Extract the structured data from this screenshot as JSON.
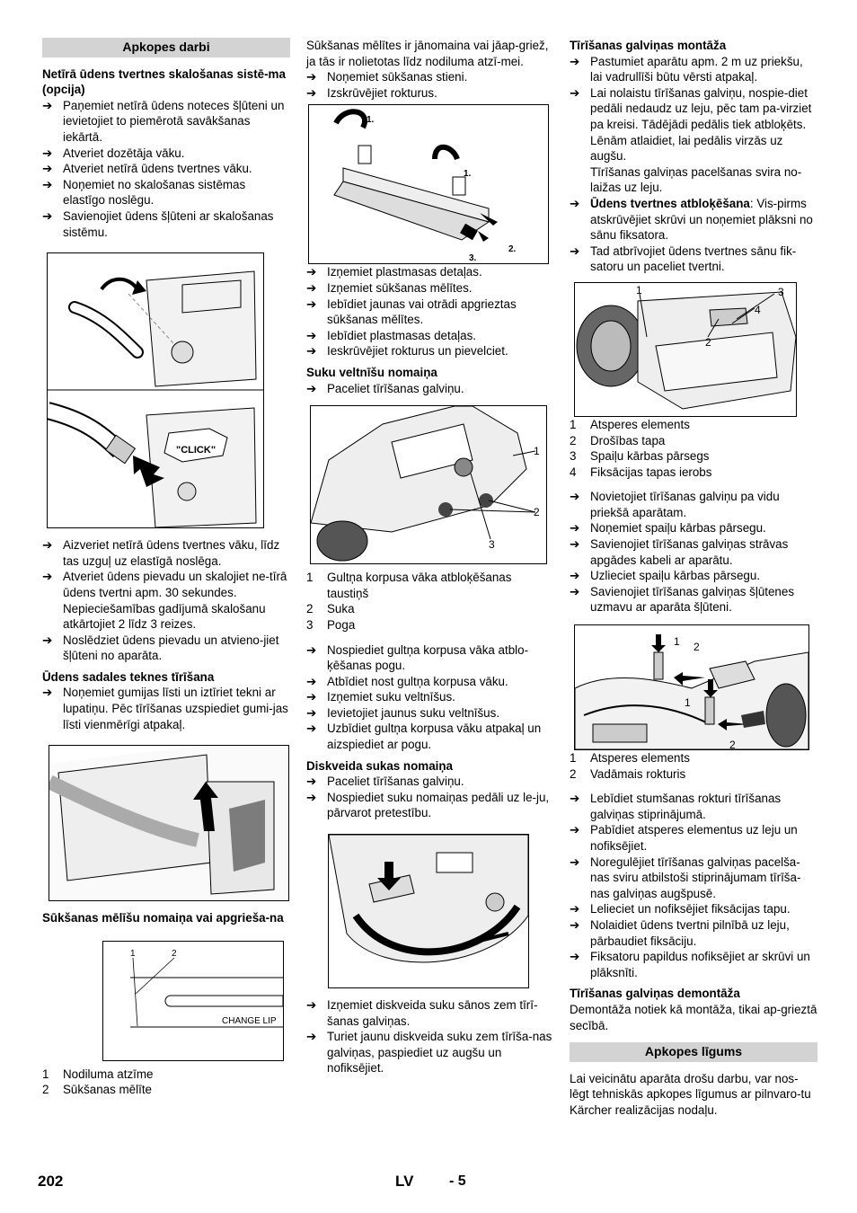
{
  "col1": {
    "section_title": "Apkopes darbi",
    "rinse_title": "Netīrā ūdens tvertnes skalošanas sistē-ma (opcija)",
    "rinse_steps": [
      "Paņemiet netīrā ūdens noteces šļūteni un ievietojiet to piemērotā savākšanas iekārtā.",
      "Atveriet dozētāja vāku.",
      "Atveriet netīrā ūdens tvertnes vāku.",
      "Noņemiet no skalošanas sistēmas elastīgo noslēgu.",
      "Savienojiet ūdens šļūteni ar skalošanas sistēmu."
    ],
    "click_label": "\"CLICK\"",
    "after_steps": [
      "Aizveriet netīrā ūdens tvertnes vāku, līdz tas uzguļ uz elastīgā noslēga.",
      "Atveriet ūdens pievadu un skalojiet ne-tīrā ūdens tvertni apm. 30 sekundes."
    ],
    "after_note": "Nepieciešamības gadījumā skalošanu atkārtojiet 2 līdz 3 reizes.",
    "after_step_last": "Noslēdziet ūdens pievadu un atvieno-jiet šļūteni no aparāta.",
    "clean_title": "Ūdens sadales teknes tīrīšana",
    "clean_step": "Noņemiet gumijas līsti un iztīriet tekni ar lupatiņu. Pēc tīrīšanas uzspiediet gumi-jas līsti vienmērīgi atpakaļ.",
    "lip_title": "Sūkšanas mēlīšu nomaiņa vai apgrieša-na",
    "lip_fig": {
      "n1": "1",
      "n2": "2",
      "change_lip": "CHANGE LIP"
    },
    "lip_legend": [
      {
        "n": "1",
        "t": "Nodiluma atzīme"
      },
      {
        "n": "2",
        "t": "Sūkšanas mēlīte"
      }
    ]
  },
  "col2": {
    "intro": "Sūkšanas mēlītes ir jānomaina vai jāap-griež, ja tās ir nolietotas līdz nodiluma atzī-mei.",
    "steps1": [
      "Noņemiet sūkšanas stieni.",
      "Izskrūvējiet rokturus."
    ],
    "fig1_labels": [
      "1.",
      "1.",
      "2.",
      "3."
    ],
    "steps2": [
      "Izņemiet plastmasas detaļas.",
      "Izņemiet sūkšanas mēlītes.",
      "Iebīdiet jaunas vai otrādi apgrieztas sūkšanas mēlītes.",
      "Iebīdiet plastmasas detaļas.",
      "Ieskrūvējiet rokturus un pievelciet."
    ],
    "roller_title": "Suku veltnīšu nomaiņa",
    "roller_step1": "Paceliet tīrīšanas galviņu.",
    "fig2_labels": [
      "1",
      "2",
      "3"
    ],
    "roller_legend": [
      {
        "n": "1",
        "t": "Gultņa korpusa vāka atbloķēšanas taustiņš"
      },
      {
        "n": "2",
        "t": "Suka"
      },
      {
        "n": "3",
        "t": "Poga"
      }
    ],
    "roller_steps": [
      "Nospiediet gultņa korpusa vāka atblo-ķēšanas pogu.",
      "Atbīdiet nost gultņa korpusa vāku.",
      "Izņemiet suku veltnīšus.",
      "Ievietojiet jaunus suku veltnīšus.",
      "Uzbīdiet gultņa korpusa vāku atpakaļ un aizspiediet ar pogu."
    ],
    "disc_title": "Diskveida sukas nomaiņa",
    "disc_steps1": [
      "Paceliet tīrīšanas galviņu.",
      "Nospiediet suku nomaiņas pedāli uz le-ju, pārvarot pretestību."
    ],
    "disc_steps2": [
      "Izņemiet diskveida suku sānos zem tīrī-šanas galviņas.",
      "Turiet jaunu diskveida suku zem tīrīša-nas galviņas, paspiediet uz augšu un nofiksējiet."
    ]
  },
  "col3": {
    "mount_title": "Tīrīšanas galviņas montāža",
    "mount_steps1": [
      "Pastumiet aparātu apm. 2 m uz priekšu, lai vadrullīši būtu vērsti atpakaļ.",
      "Lai nolaistu tīrīšanas galviņu, nospie-diet pedāli nedaudz uz leju, pēc tam pa-virziet pa kreisi. Tādējādi pedālis tiek atbloķēts. Lēnām atlaidiet, lai pedālis virzās uz augšu."
    ],
    "mount_note": "Tīrīšanas galviņas pacelšanas svira no-laižas uz leju.",
    "lock_bold": "Ūdens tvertnes atbloķēšana",
    "lock_rest": ": Vis-pirms atskrūvējiet skrūvi un noņemiet plāksni no sānu fiksatora.",
    "lift_step": "Tad atbrīvojiet ūdens tvertnes sānu fik-satoru un paceliet tvertni.",
    "fig1_labels": [
      "1",
      "2",
      "3",
      "4"
    ],
    "legend1": [
      {
        "n": "1",
        "t": "Atsperes elements"
      },
      {
        "n": "2",
        "t": "Drošības tapa"
      },
      {
        "n": "3",
        "t": "Spaiļu kārbas pārsegs"
      },
      {
        "n": "4",
        "t": "Fiksācijas tapas ierobs"
      }
    ],
    "steps2": [
      "Novietojiet tīrīšanas galviņu pa vidu priekšā aparātam.",
      "Noņemiet spaiļu kārbas pārsegu.",
      "Savienojiet tīrīšanas galviņas strāvas apgādes kabeli ar aparātu.",
      "Uzlieciet spaiļu kārbas pārsegu.",
      "Savienojiet tīrīšanas galviņas šļūtenes uzmavu ar aparāta šļūteni."
    ],
    "fig2_labels": [
      "1",
      "2",
      "1",
      "2"
    ],
    "legend2": [
      {
        "n": "1",
        "t": "Atsperes elements"
      },
      {
        "n": "2",
        "t": "Vadāmais rokturis"
      }
    ],
    "steps3": [
      "Lebīdiet stumšanas rokturi tīrīšanas galviņas stiprinājumā.",
      "Pabīdiet atsperes elementus uz leju un nofiksējiet.",
      "Noregulējiet tīrīšanas galviņas pacelša-nas sviru atbilstoši stiprinājumam tīrīša-nas galviņas augšpusē.",
      "Lelieciet un nofiksējiet fiksācijas tapu.",
      "Nolaidiet ūdens tvertni pilnībā uz leju, pārbaudiet fiksāciju.",
      "Fiksatoru papildus nofiksējiet ar skrūvi un plāksnīti."
    ],
    "dismount_title": "Tīrīšanas galviņas demontāža",
    "dismount_text": "Demontāža notiek kā montāža, tikai ap-grieztā secībā.",
    "contract_title": "Apkopes līgums",
    "contract_text": "Lai veicinātu aparāta drošu darbu, var nos-lēgt tehniskās apkopes līgumus ar pilnvaro-tu Kärcher realizācijas nodaļu."
  },
  "footer": {
    "page": "202",
    "lang": "LV",
    "sub": "- 5"
  },
  "arrow": "➔"
}
